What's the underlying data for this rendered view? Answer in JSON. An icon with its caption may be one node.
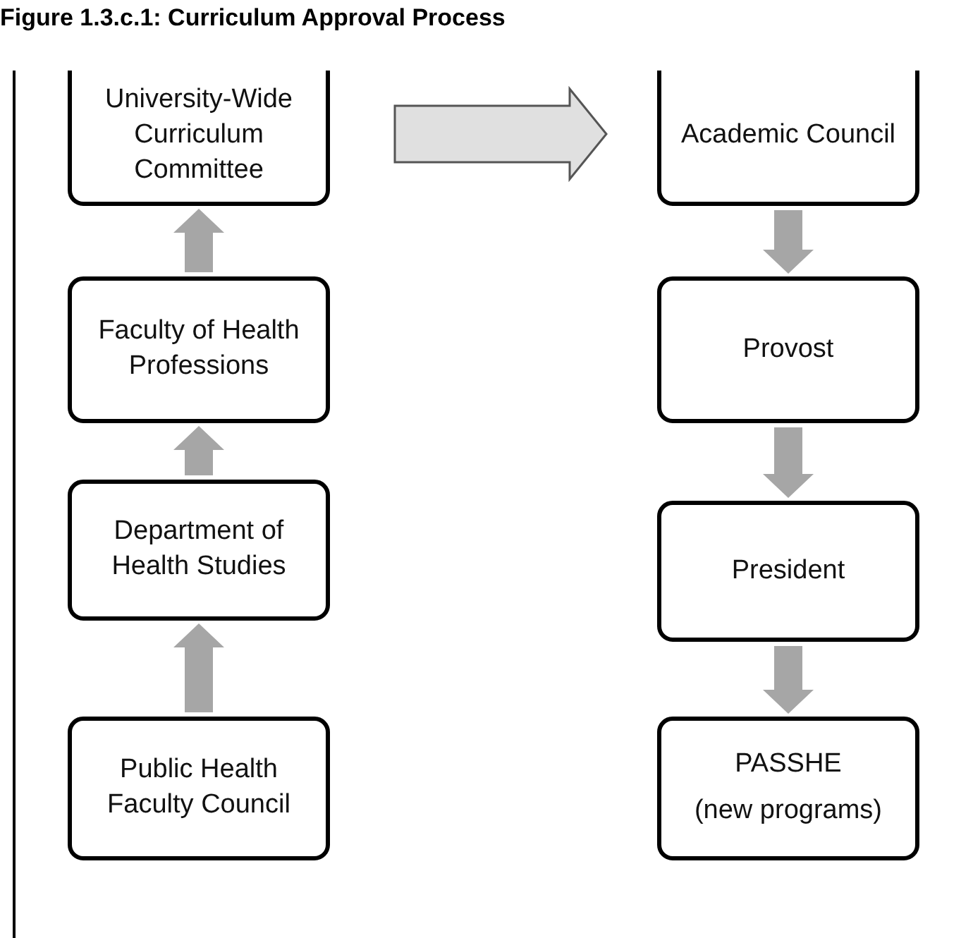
{
  "diagram": {
    "title": "Figure 1.3.c.1: Curriculum Approval Process",
    "nodes": [
      {
        "text": [
          "University-Wide Curriculum Committee"
        ]
      },
      {
        "text": [
          "Academic Council"
        ]
      },
      {
        "text": [
          "Faculty of Health Professions"
        ]
      },
      {
        "text": [
          "Provost"
        ]
      },
      {
        "text": [
          "Department of Health Studies"
        ]
      },
      {
        "text": [
          "President"
        ]
      },
      {
        "text": [
          "Public Health Faculty Council"
        ]
      },
      {
        "text": [
          "PASSHE",
          "(new programs)"
        ]
      }
    ],
    "edges": [
      {
        "from": 6,
        "to": 4,
        "arrow": "to"
      },
      {
        "from": 4,
        "to": 2,
        "arrow": "to"
      },
      {
        "from": 2,
        "to": 0,
        "arrow": "to"
      },
      {
        "from": 0,
        "to": 1,
        "arrow": "to",
        "color": "#e0e0e0"
      },
      {
        "from": 1,
        "to": 3,
        "arrow": "to"
      },
      {
        "from": 3,
        "to": 5,
        "arrow": "to"
      },
      {
        "from": 5,
        "to": 7,
        "arrow": "to"
      }
    ]
  }
}
